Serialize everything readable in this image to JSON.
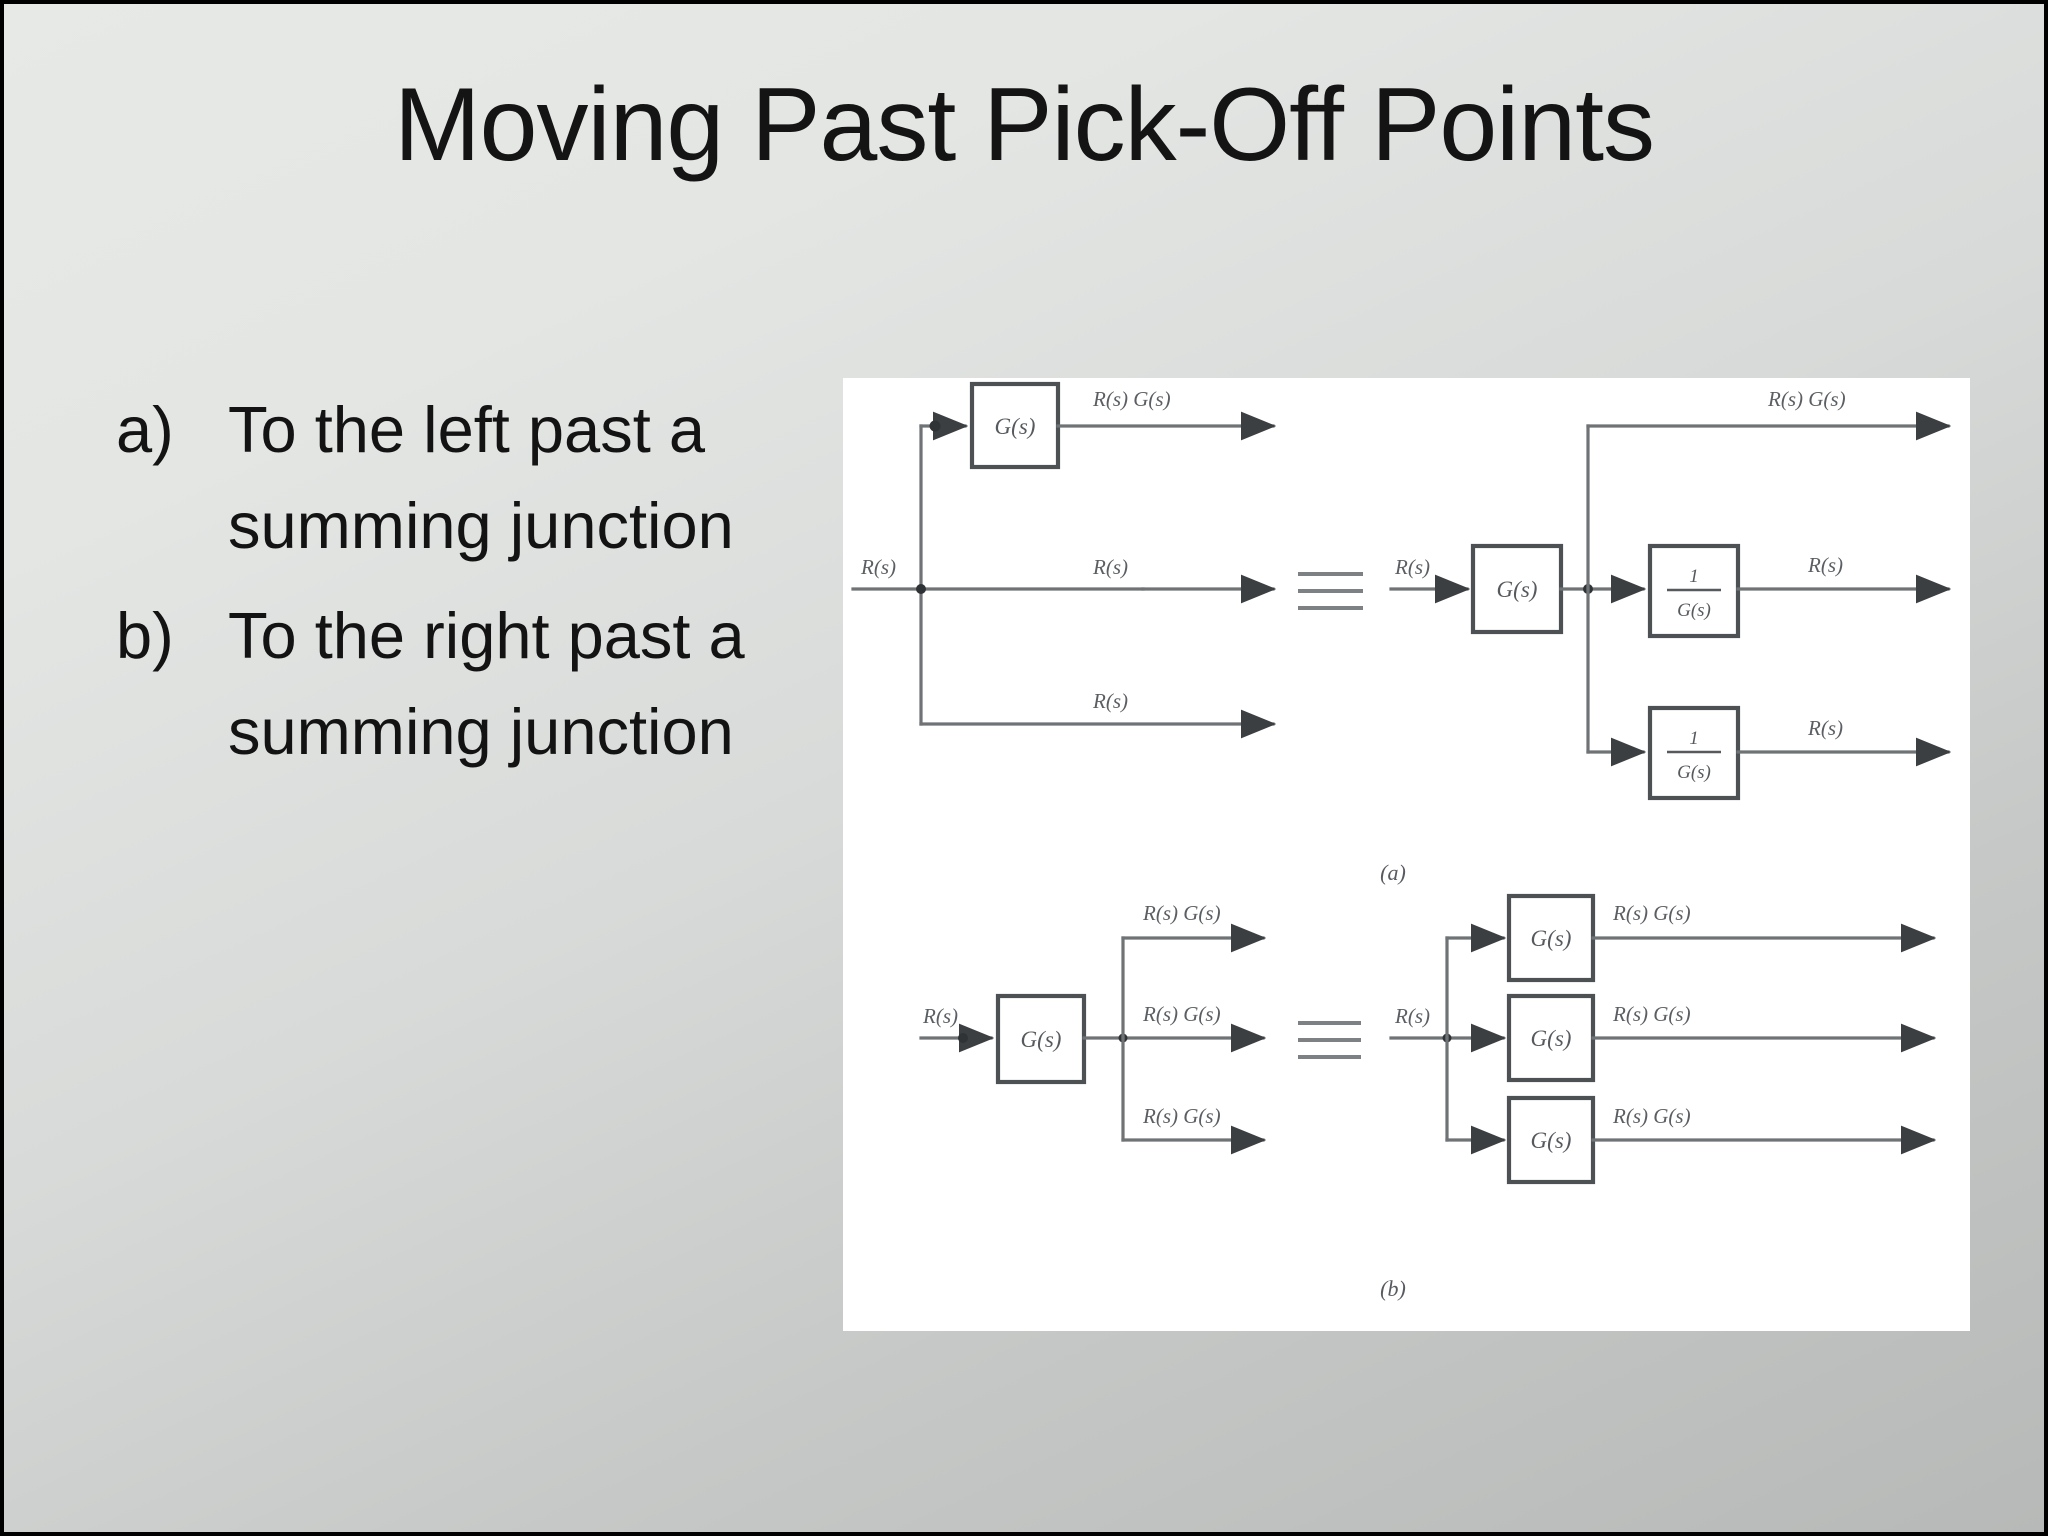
{
  "slide": {
    "title": "Moving Past Pick-Off Points",
    "background_top": "#e7e9e6",
    "background_bottom": "#b7b9b8",
    "text_color": "#131313"
  },
  "bullets": [
    {
      "marker": "a)",
      "text": "To the left past a summing junction"
    },
    {
      "marker": "b)",
      "text": "To the right past a summing junction"
    }
  ],
  "figure": {
    "panel_color": "#ffffff",
    "identity_symbol": "≡",
    "caption_a": "(a)",
    "caption_b": "(b)",
    "diagram_a": {
      "caption": "(a)",
      "left": {
        "input_label": "R(s)",
        "block_label": "G(s)",
        "branch_labels": [
          "R(s) G(s)",
          "R(s)",
          "R(s)"
        ]
      },
      "right": {
        "input_label": "R(s)",
        "block_label": "G(s)",
        "top_branch_label": "R(s) G(s)",
        "inverse_blocks": [
          {
            "numerator": "1",
            "denominator": "G(s)",
            "output_label": "R(s)"
          },
          {
            "numerator": "1",
            "denominator": "G(s)",
            "output_label": "R(s)"
          }
        ]
      }
    },
    "diagram_b": {
      "caption": "(b)",
      "left": {
        "input_label": "R(s)",
        "block_label": "G(s)",
        "branch_labels": [
          "R(s) G(s)",
          "R(s) G(s)",
          "R(s) G(s)"
        ]
      },
      "right": {
        "input_label": "R(s)",
        "blocks": [
          {
            "label": "G(s)",
            "output_label": "R(s) G(s)"
          },
          {
            "label": "G(s)",
            "output_label": "R(s) G(s)"
          },
          {
            "label": "G(s)",
            "output_label": "R(s) G(s)"
          }
        ]
      }
    }
  }
}
